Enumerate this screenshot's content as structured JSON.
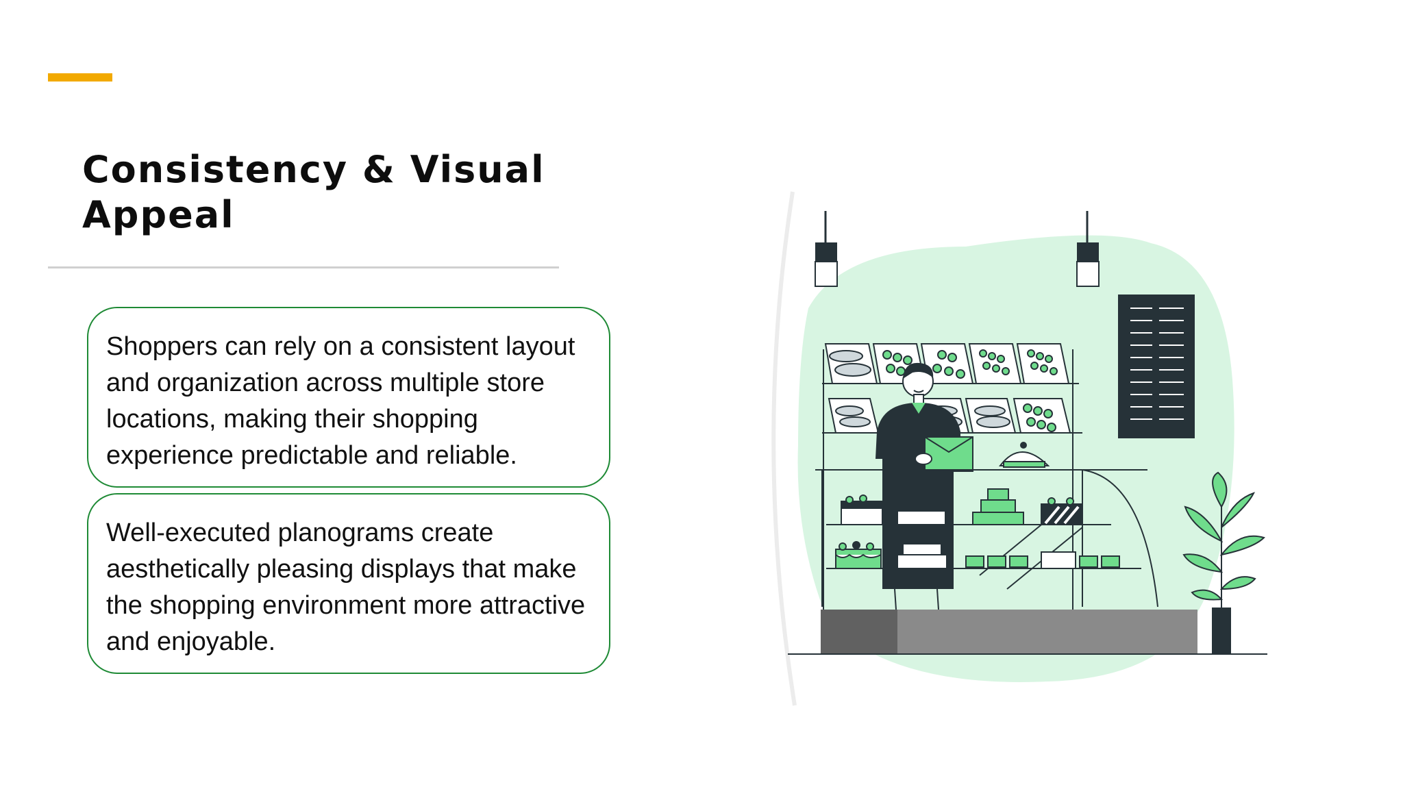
{
  "slide": {
    "title": "Consistency & Visual Appeal",
    "cards": [
      {
        "text": "Shoppers can rely on a consistent layout and organization across multiple store locations, making their shopping experience predictable and reliable."
      },
      {
        "text": "Well-executed planograms create aesthetically pleasing displays that make the shopping environment more attractive and enjoyable."
      }
    ]
  },
  "illustration": {
    "subject": "store-clerk-at-bakery-display-icon",
    "colors": {
      "accent": "#f2a900",
      "card_border": "#1e8a35",
      "mint": "#d8f5e2",
      "green": "#6fdc8c",
      "dark": "#263238"
    }
  }
}
